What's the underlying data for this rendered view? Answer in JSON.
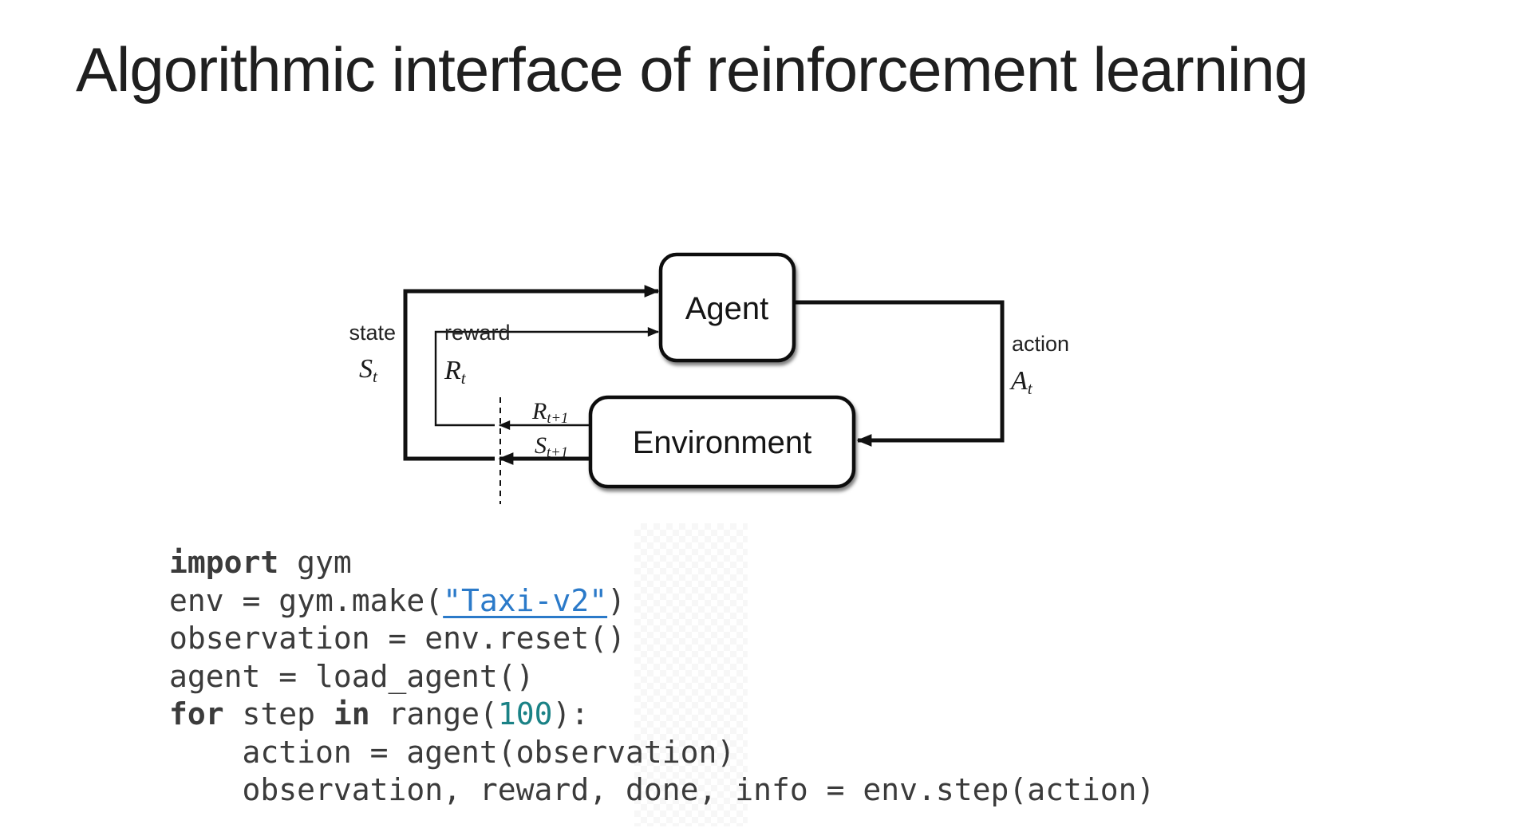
{
  "slide": {
    "title": "Algorithmic interface of reinforcement learning"
  },
  "diagram": {
    "agent_label": "Agent",
    "environment_label": "Environment",
    "labels": {
      "state": "state",
      "reward": "reward",
      "action": "action"
    },
    "symbols": {
      "state_symbol": {
        "base": "S",
        "sub": "t"
      },
      "reward_symbol": {
        "base": "R",
        "sub": "t"
      },
      "action_symbol": {
        "base": "A",
        "sub": "t"
      },
      "next_reward_symbol": {
        "base": "R",
        "sub": "t+1"
      },
      "next_state_symbol": {
        "base": "S",
        "sub": "t+1"
      }
    },
    "stroke_color": "#111111"
  },
  "code": {
    "text_color": "#3b3b3b",
    "link_color": "#2b7ac9",
    "number_color": "#1a8286",
    "lines": [
      {
        "segments": [
          {
            "t": "import",
            "s": "kw"
          },
          {
            "t": " gym",
            "s": "p"
          }
        ]
      },
      {
        "segments": [
          {
            "t": "env = gym.make(",
            "s": "p"
          },
          {
            "t": "\"Taxi-v2\"",
            "s": "link"
          },
          {
            "t": ")",
            "s": "p"
          }
        ]
      },
      {
        "segments": [
          {
            "t": "observation = env.reset()",
            "s": "p"
          }
        ]
      },
      {
        "segments": [
          {
            "t": "agent = load_agent()",
            "s": "p"
          }
        ]
      },
      {
        "segments": [
          {
            "t": "for",
            "s": "kw"
          },
          {
            "t": " step ",
            "s": "p"
          },
          {
            "t": "in",
            "s": "kw"
          },
          {
            "t": " range(",
            "s": "p"
          },
          {
            "t": "100",
            "s": "num"
          },
          {
            "t": "):",
            "s": "p"
          }
        ]
      },
      {
        "segments": [
          {
            "t": "    action = agent(observation)",
            "s": "p"
          }
        ]
      },
      {
        "segments": [
          {
            "t": "    observation, reward, done, info = env.step(action)",
            "s": "p"
          }
        ]
      }
    ]
  }
}
